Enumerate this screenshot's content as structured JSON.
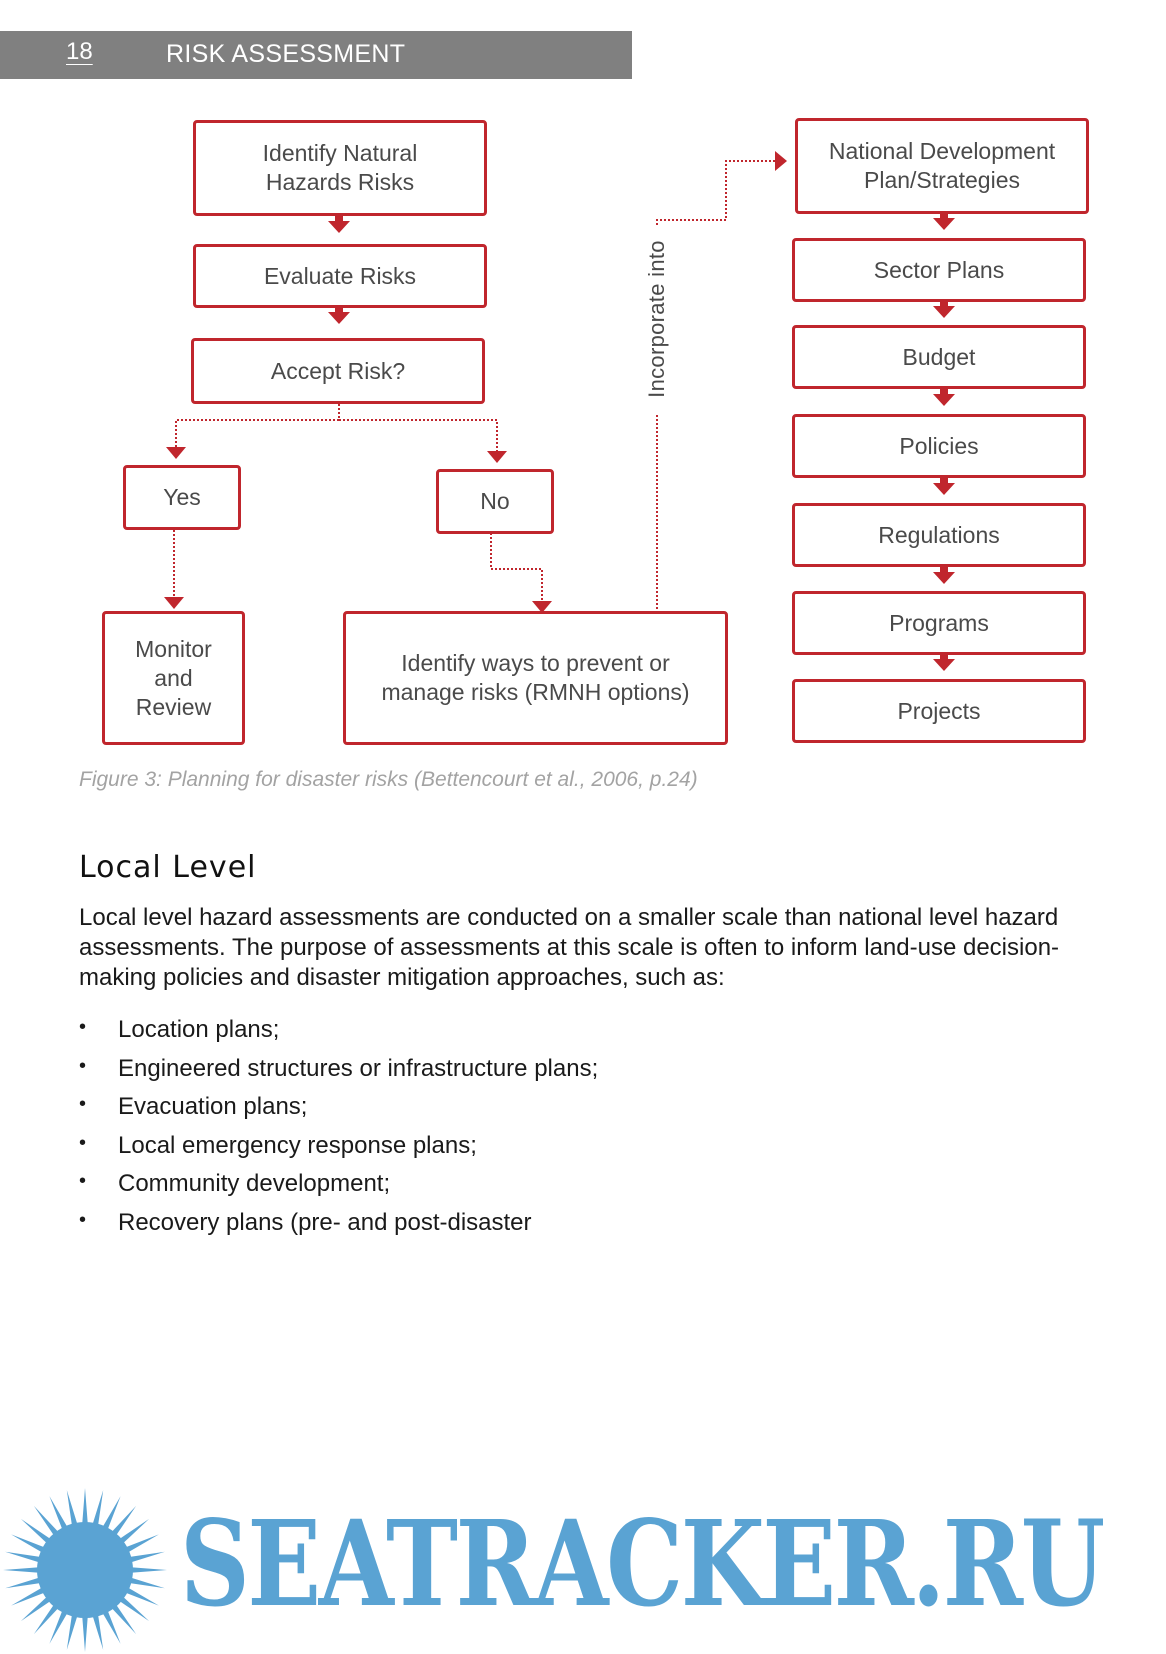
{
  "header": {
    "page_number": "18",
    "title": "RISK ASSESSMENT"
  },
  "flowchart": {
    "identify": "Identify Natural\nHazards Risks",
    "evaluate": "Evaluate Risks",
    "accept": "Accept Risk?",
    "yes": "Yes",
    "no": "No",
    "monitor": "Monitor\nand\nReview",
    "identify_ways": "Identify ways to prevent or\nmanage risks (RMNH options)",
    "incorporate": "Incorporate into",
    "national": "National Development\nPlan/Strategies",
    "sector": "Sector Plans",
    "budget": "Budget",
    "policies": "Policies",
    "regulations": "Regulations",
    "programs": "Programs",
    "projects": "Projects"
  },
  "caption": "Figure 3: Planning for disaster risks (Bettencourt et al., 2006, p.24)",
  "section": {
    "heading": "Local Level",
    "paragraph": "Local level hazard assessments are conducted on a smaller scale than national level hazard assessments. The purpose of assessments at this scale is often to inform land-use decision-making policies and disaster mitigation approaches, such as:",
    "bullets": [
      "Location plans;",
      "Engineered structures or infrastructure plans;",
      "Evacuation plans;",
      "Local emergency response plans;",
      "Community development;",
      "Recovery plans (pre- and post-disaster"
    ]
  },
  "watermark": {
    "text": "SEATRACKER.RU",
    "color": "#5aa3d3"
  },
  "colors": {
    "accent": "#c0262d",
    "header_bg": "#808080"
  }
}
